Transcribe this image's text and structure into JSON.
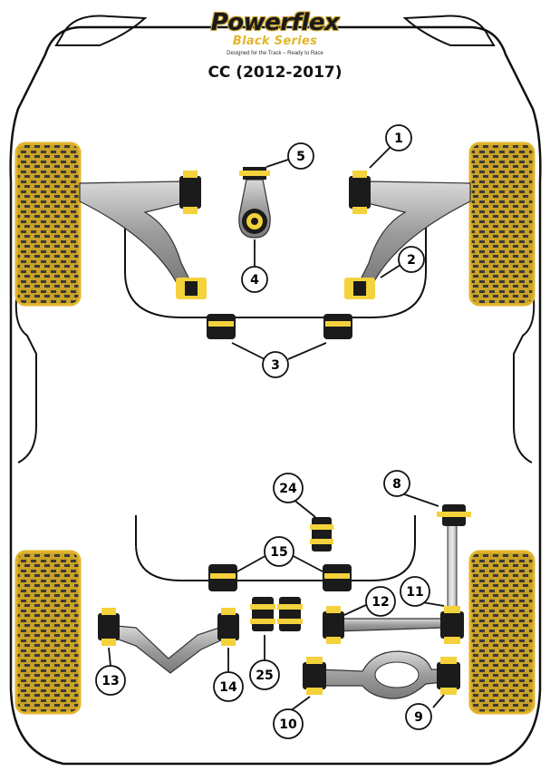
{
  "brand": {
    "name": "Powerflex",
    "series": "Black Series",
    "tagline": "Designed for the Track – Ready to Race"
  },
  "model": "CC (2012-2017)",
  "colors": {
    "bush_black": "#1b1b1b",
    "bush_yellow": "#f4d23c",
    "tyre_tread": "#c9a227",
    "arm_grey": "#a9a9a9",
    "outline": "#111111"
  },
  "callouts": [
    "1",
    "2",
    "3",
    "4",
    "5",
    "8",
    "9",
    "10",
    "11",
    "12",
    "13",
    "14",
    "15",
    "24",
    "25"
  ]
}
